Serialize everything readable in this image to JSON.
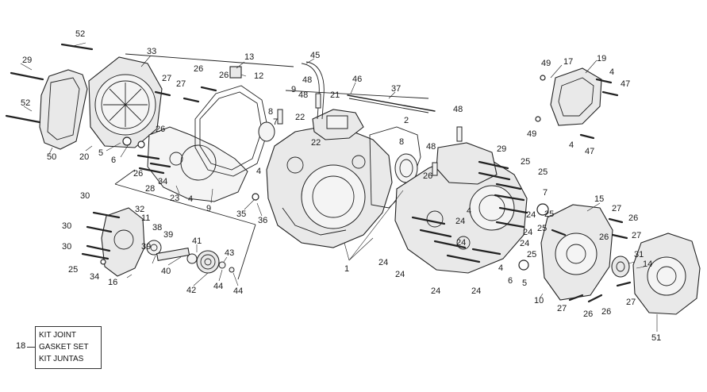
{
  "labels": {
    "l52a": "52",
    "l29a": "29",
    "l33": "33",
    "l52b": "52",
    "l50": "50",
    "l20": "20",
    "l5a": "5",
    "l6a": "6",
    "l26a": "26",
    "l27a": "27",
    "l27b": "27",
    "l26b": "26",
    "l13": "13",
    "l12": "12",
    "l45": "45",
    "l46": "46",
    "l37": "37",
    "l49a": "49",
    "l17": "17",
    "l19": "19",
    "l4a": "4",
    "l47a": "47",
    "l49b": "49",
    "l4b": "4",
    "l47b": "47",
    "l9a": "9",
    "l48a": "48",
    "l8a": "8",
    "l48b": "48",
    "l21": "21",
    "l7a": "7",
    "l22a": "22",
    "l22b": "22",
    "l2": "2",
    "l48c": "48",
    "l8b": "8",
    "l48d": "48",
    "l26c": "26",
    "l29b": "29",
    "l25a": "25",
    "l25b": "25",
    "l7b": "7",
    "l26d": "26",
    "l28": "28",
    "l34a": "34",
    "l23": "23",
    "l4c": "4",
    "l9b": "9",
    "l4d": "4",
    "l35": "35",
    "l36": "36",
    "l24a": "24",
    "l4e": "4",
    "l24b": "24",
    "l25c": "25",
    "l24c": "24",
    "l24d": "24",
    "l25d": "25",
    "l24e": "24",
    "l25e": "25",
    "l30a": "30",
    "l32": "32",
    "l11": "11",
    "l30b": "30",
    "l38": "38",
    "l39a": "39",
    "l30c": "30",
    "l39b": "39",
    "l41": "41",
    "l43": "43",
    "l25f": "25",
    "l34b": "34",
    "l16": "16",
    "l40": "40",
    "l42": "42",
    "l44a": "44",
    "l44b": "44",
    "l1": "1",
    "l24f": "24",
    "l24g": "24",
    "l24h": "24",
    "l24i": "24",
    "l4f": "4",
    "l6b": "6",
    "l5b": "5",
    "l15": "15",
    "l27c": "27",
    "l26e": "26",
    "l27d": "27",
    "l26f": "26",
    "l31": "31",
    "l14": "14",
    "l27e": "27",
    "l10": "10",
    "l27f": "27",
    "l26g": "26",
    "l26h": "26",
    "l51": "51"
  },
  "legend": {
    "ref": "18",
    "line1": "KIT JOINT",
    "line2": "GASKET SET",
    "line3": "KIT JUNTAS"
  }
}
